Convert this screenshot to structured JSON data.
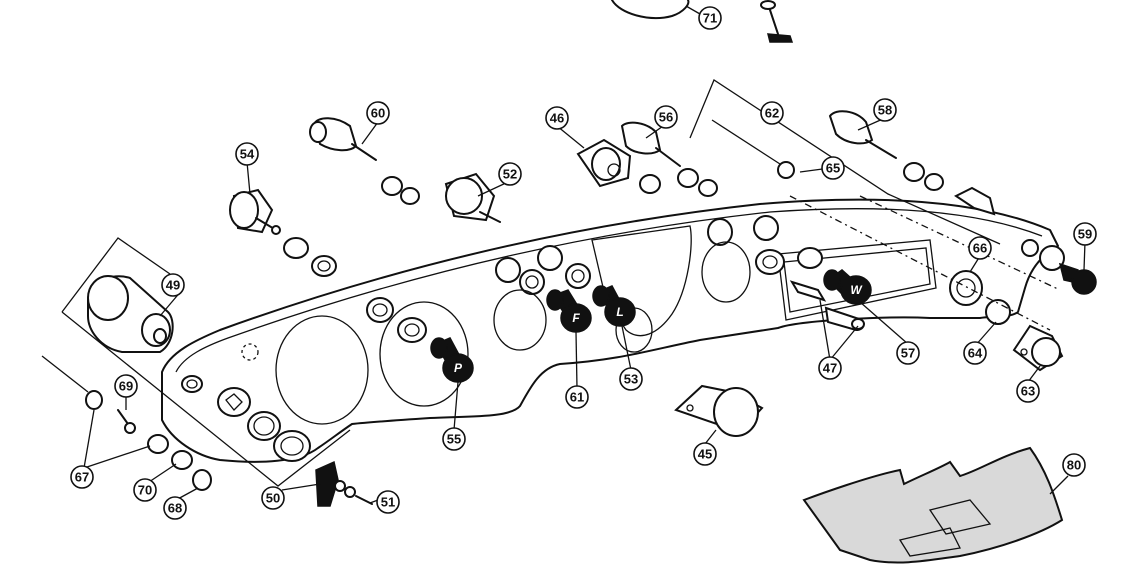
{
  "figure": {
    "callouts": [
      {
        "id": "c71",
        "label": "71"
      },
      {
        "id": "c60",
        "label": "60"
      },
      {
        "id": "c46",
        "label": "46"
      },
      {
        "id": "c56",
        "label": "56"
      },
      {
        "id": "c62",
        "label": "62"
      },
      {
        "id": "c58",
        "label": "58"
      },
      {
        "id": "c54",
        "label": "54"
      },
      {
        "id": "c52",
        "label": "52"
      },
      {
        "id": "c65",
        "label": "65"
      },
      {
        "id": "c66",
        "label": "66"
      },
      {
        "id": "c59",
        "label": "59"
      },
      {
        "id": "c49",
        "label": "49"
      },
      {
        "id": "c64",
        "label": "64"
      },
      {
        "id": "c57",
        "label": "57"
      },
      {
        "id": "c47",
        "label": "47"
      },
      {
        "id": "c63",
        "label": "63"
      },
      {
        "id": "c53",
        "label": "53"
      },
      {
        "id": "c61",
        "label": "61"
      },
      {
        "id": "c55",
        "label": "55"
      },
      {
        "id": "c69",
        "label": "69"
      },
      {
        "id": "c67",
        "label": "67"
      },
      {
        "id": "c70",
        "label": "70"
      },
      {
        "id": "c68",
        "label": "68"
      },
      {
        "id": "c50",
        "label": "50"
      },
      {
        "id": "c51",
        "label": "51"
      },
      {
        "id": "c45",
        "label": "45"
      },
      {
        "id": "c80",
        "label": "80"
      }
    ],
    "knob_letters": {
      "fog": "F",
      "lights": "L",
      "panel": "P",
      "wiper": "W"
    }
  }
}
